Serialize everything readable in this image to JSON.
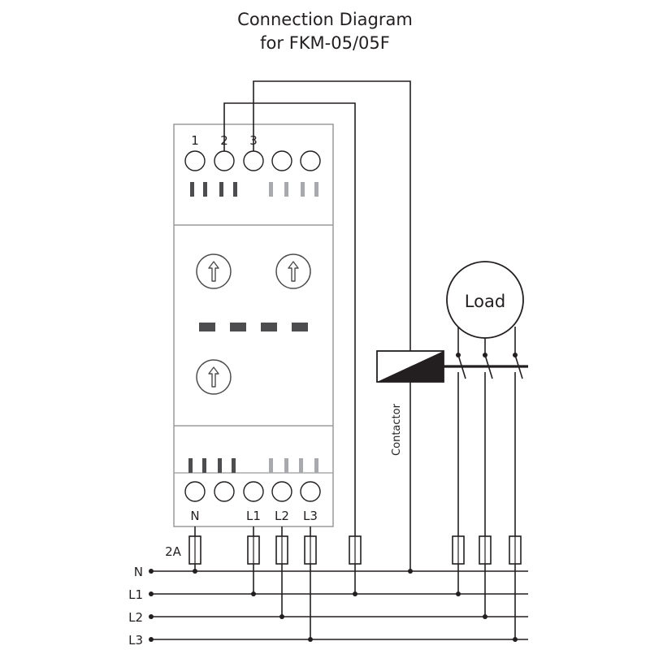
{
  "title": {
    "line1": "Connection Diagram",
    "line2": "for FKM-05/05F"
  },
  "relay": {
    "top_terminals": [
      "1",
      "2",
      "3"
    ],
    "bottom_terminals": [
      "N",
      "L1",
      "L2",
      "L3"
    ]
  },
  "fuse_label": "2A",
  "load_label": "Load",
  "contactor_label": "Contactor",
  "lines": [
    "N",
    "L1",
    "L2",
    "L3"
  ],
  "colors": {
    "stroke": "#231f20",
    "knob_stroke": "#4d4d4f",
    "led_dark": "#4d4d4f",
    "led_light": "#a7a9ac",
    "relay_border": "#9b9b9b"
  }
}
